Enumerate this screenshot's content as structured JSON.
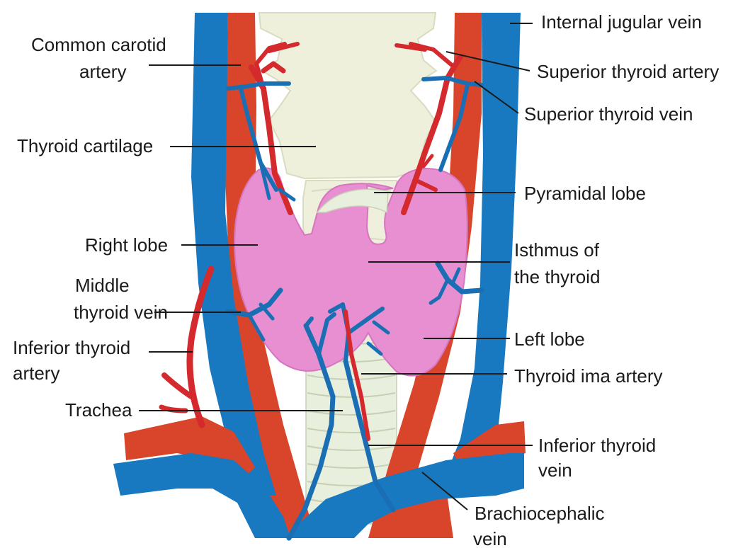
{
  "labels": {
    "internal_jugular_vein": "Internal jugular vein",
    "common_carotid_artery_1": "Common carotid",
    "common_carotid_artery_2": "artery",
    "superior_thyroid_artery": "Superior thyroid artery",
    "superior_thyroid_vein": "Superior thyroid vein",
    "thyroid_cartilage": "Thyroid cartilage",
    "pyramidal_lobe": "Pyramidal lobe",
    "right_lobe": "Right lobe",
    "isthmus_1": "Isthmus of",
    "isthmus_2": "the thyroid",
    "middle_thyroid_vein_1": "Middle",
    "middle_thyroid_vein_2": "thyroid vein",
    "left_lobe": "Left lobe",
    "inferior_thyroid_artery_1": "Inferior thyroid",
    "inferior_thyroid_artery_2": "artery",
    "thyroid_ima_artery": "Thyroid ima artery",
    "trachea": "Trachea",
    "inferior_thyroid_vein_1": "Inferior thyroid",
    "inferior_thyroid_vein_2": "vein",
    "brachiocephalic_vein_1": "Brachiocephalic",
    "brachiocephalic_vein_2": "vein"
  },
  "colors": {
    "vein": "#1878c0",
    "artery": "#d8452a",
    "thyroid": "#e78fd0",
    "cartilage": "#eef0dc",
    "text": "#1a1a1a"
  }
}
